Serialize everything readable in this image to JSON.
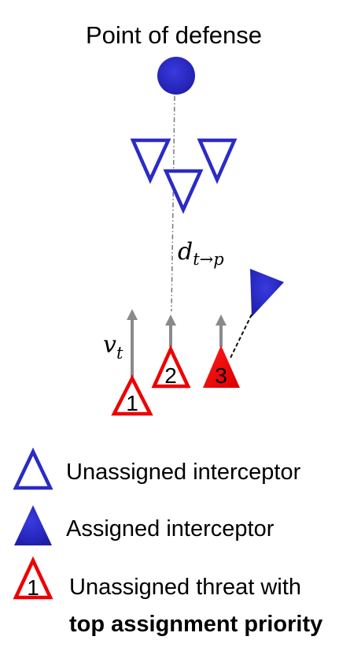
{
  "diagram": {
    "title": "Point of defense",
    "distance_label": {
      "symbol": "d",
      "subscript": "t→p"
    },
    "velocity_label": {
      "symbol": "v",
      "subscript": "t"
    },
    "threats": [
      {
        "number": "1"
      },
      {
        "number": "2"
      },
      {
        "number": "3"
      }
    ],
    "colors": {
      "interceptor_blue": "#2b2bc6",
      "threat_red": "#ee0000",
      "arrow_gray": "#8a8a8a",
      "dashed_line": "#111111"
    }
  },
  "legend": {
    "unassigned_interceptor": "Unassigned interceptor",
    "assigned_interceptor": "Assigned interceptor",
    "threat_number": "1",
    "threat_line1": "Unassigned threat with",
    "threat_line2": "top assignment priority"
  }
}
